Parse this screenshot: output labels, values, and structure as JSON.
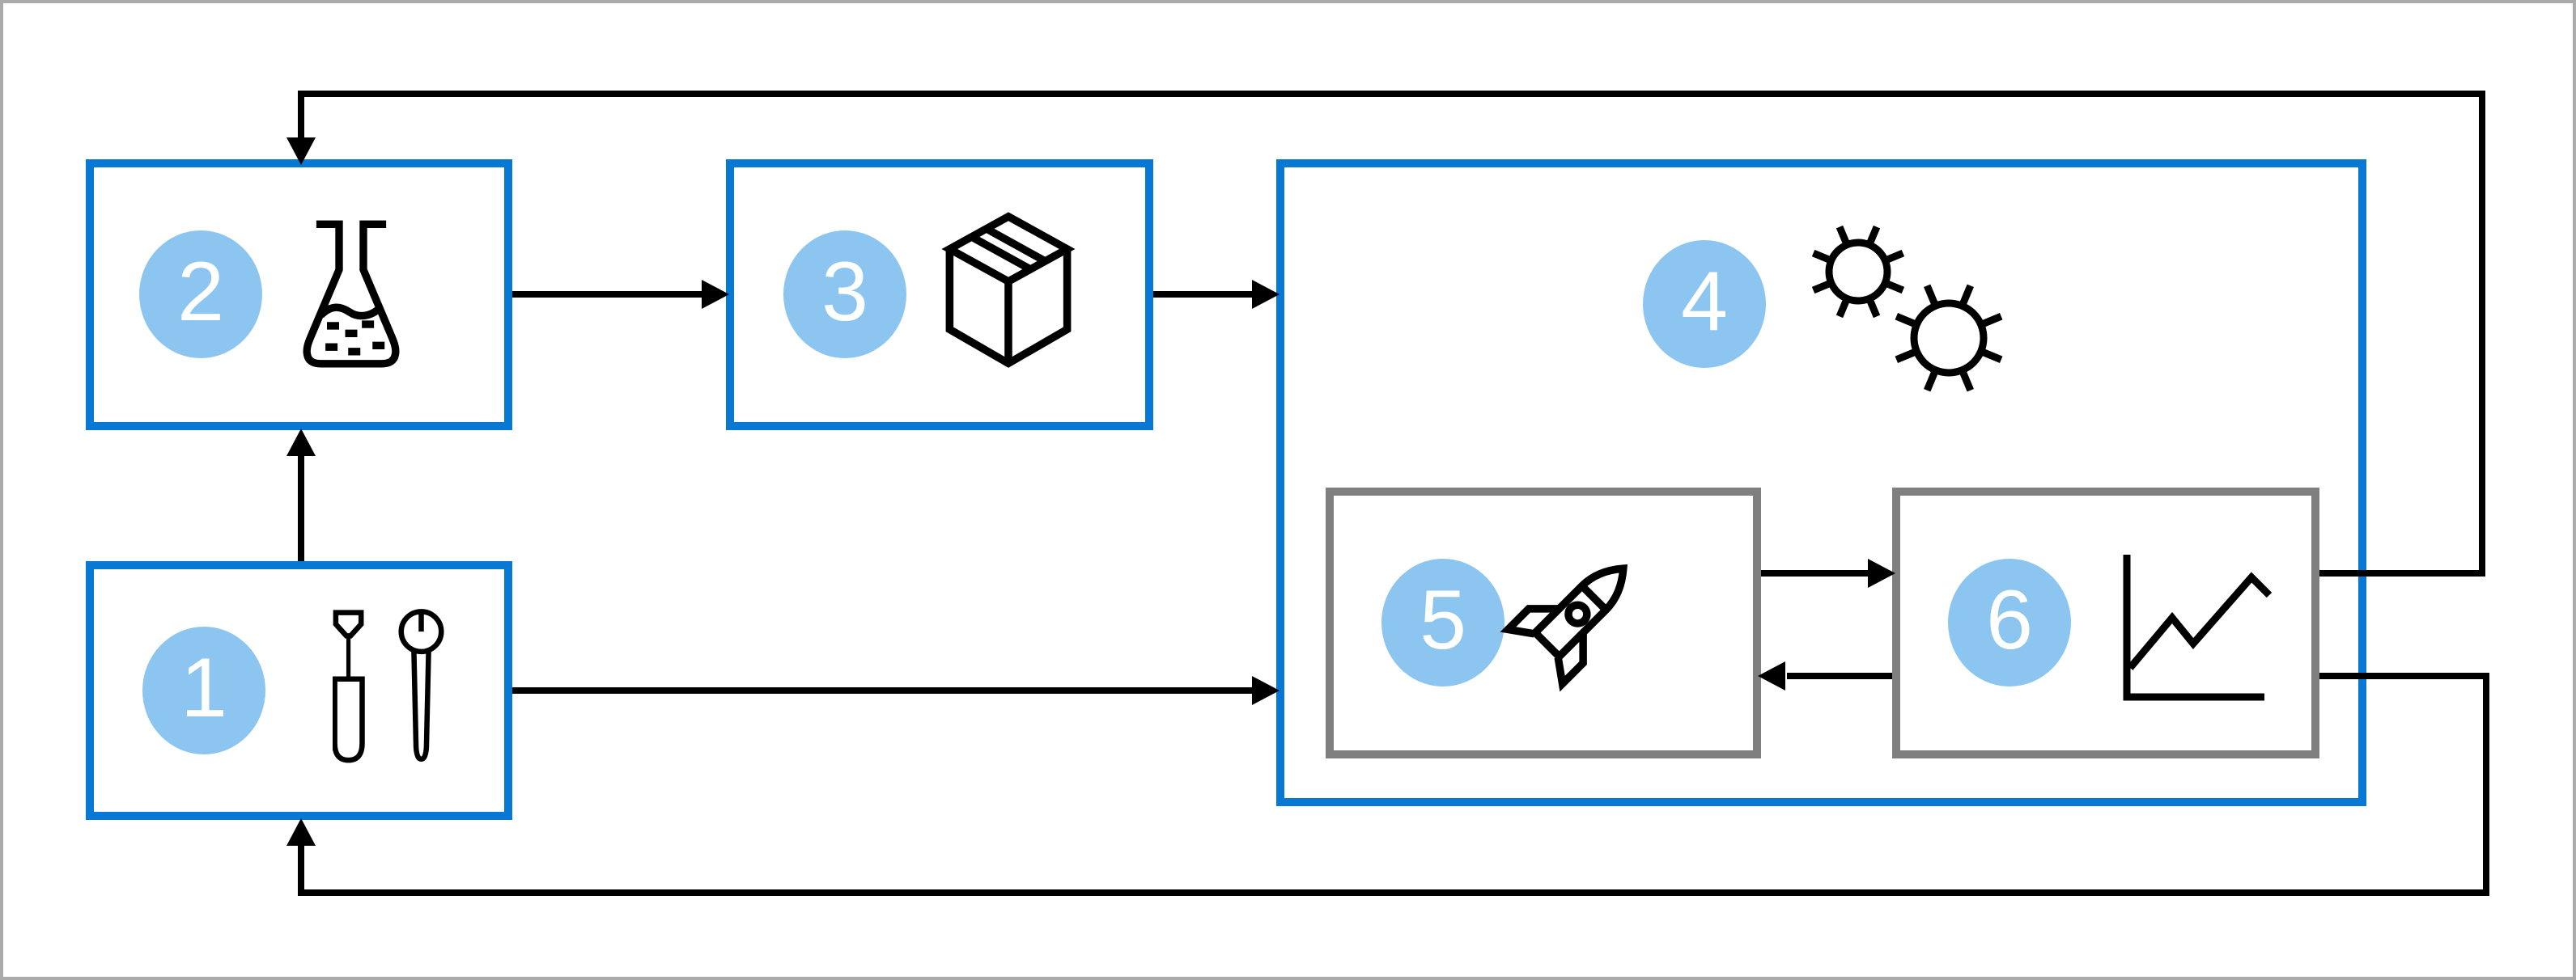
{
  "diagram": {
    "type": "process-flow",
    "steps": [
      {
        "id": "1",
        "number": "1",
        "icon": "tools-icon"
      },
      {
        "id": "2",
        "number": "2",
        "icon": "flask-icon"
      },
      {
        "id": "3",
        "number": "3",
        "icon": "package-icon"
      },
      {
        "id": "4",
        "number": "4",
        "icon": "germs-icon",
        "contains": [
          "5",
          "6"
        ]
      },
      {
        "id": "5",
        "number": "5",
        "icon": "rocket-icon"
      },
      {
        "id": "6",
        "number": "6",
        "icon": "line-chart-icon"
      }
    ],
    "connections": [
      {
        "from": "1",
        "to": "2",
        "kind": "arrow"
      },
      {
        "from": "2",
        "to": "3",
        "kind": "arrow"
      },
      {
        "from": "3",
        "to": "4",
        "kind": "arrow"
      },
      {
        "from": "1",
        "to": "4",
        "kind": "arrow"
      },
      {
        "from": "5",
        "to": "6",
        "kind": "arrow"
      },
      {
        "from": "6",
        "to": "5",
        "kind": "arrow"
      },
      {
        "from": "6",
        "to": "2",
        "kind": "feedback-loop-top"
      },
      {
        "from": "6",
        "to": "1",
        "kind": "feedback-loop-bottom"
      }
    ]
  },
  "colors": {
    "accent-blue": "#0778D4",
    "badge-blue": "#8CC6F0",
    "badge-number": "#FFFFFF",
    "inner-box-gray": "#7F7F7F",
    "frame-gray": "#ABABAB",
    "line-black": "#000000",
    "background": "#FFFFFF"
  }
}
